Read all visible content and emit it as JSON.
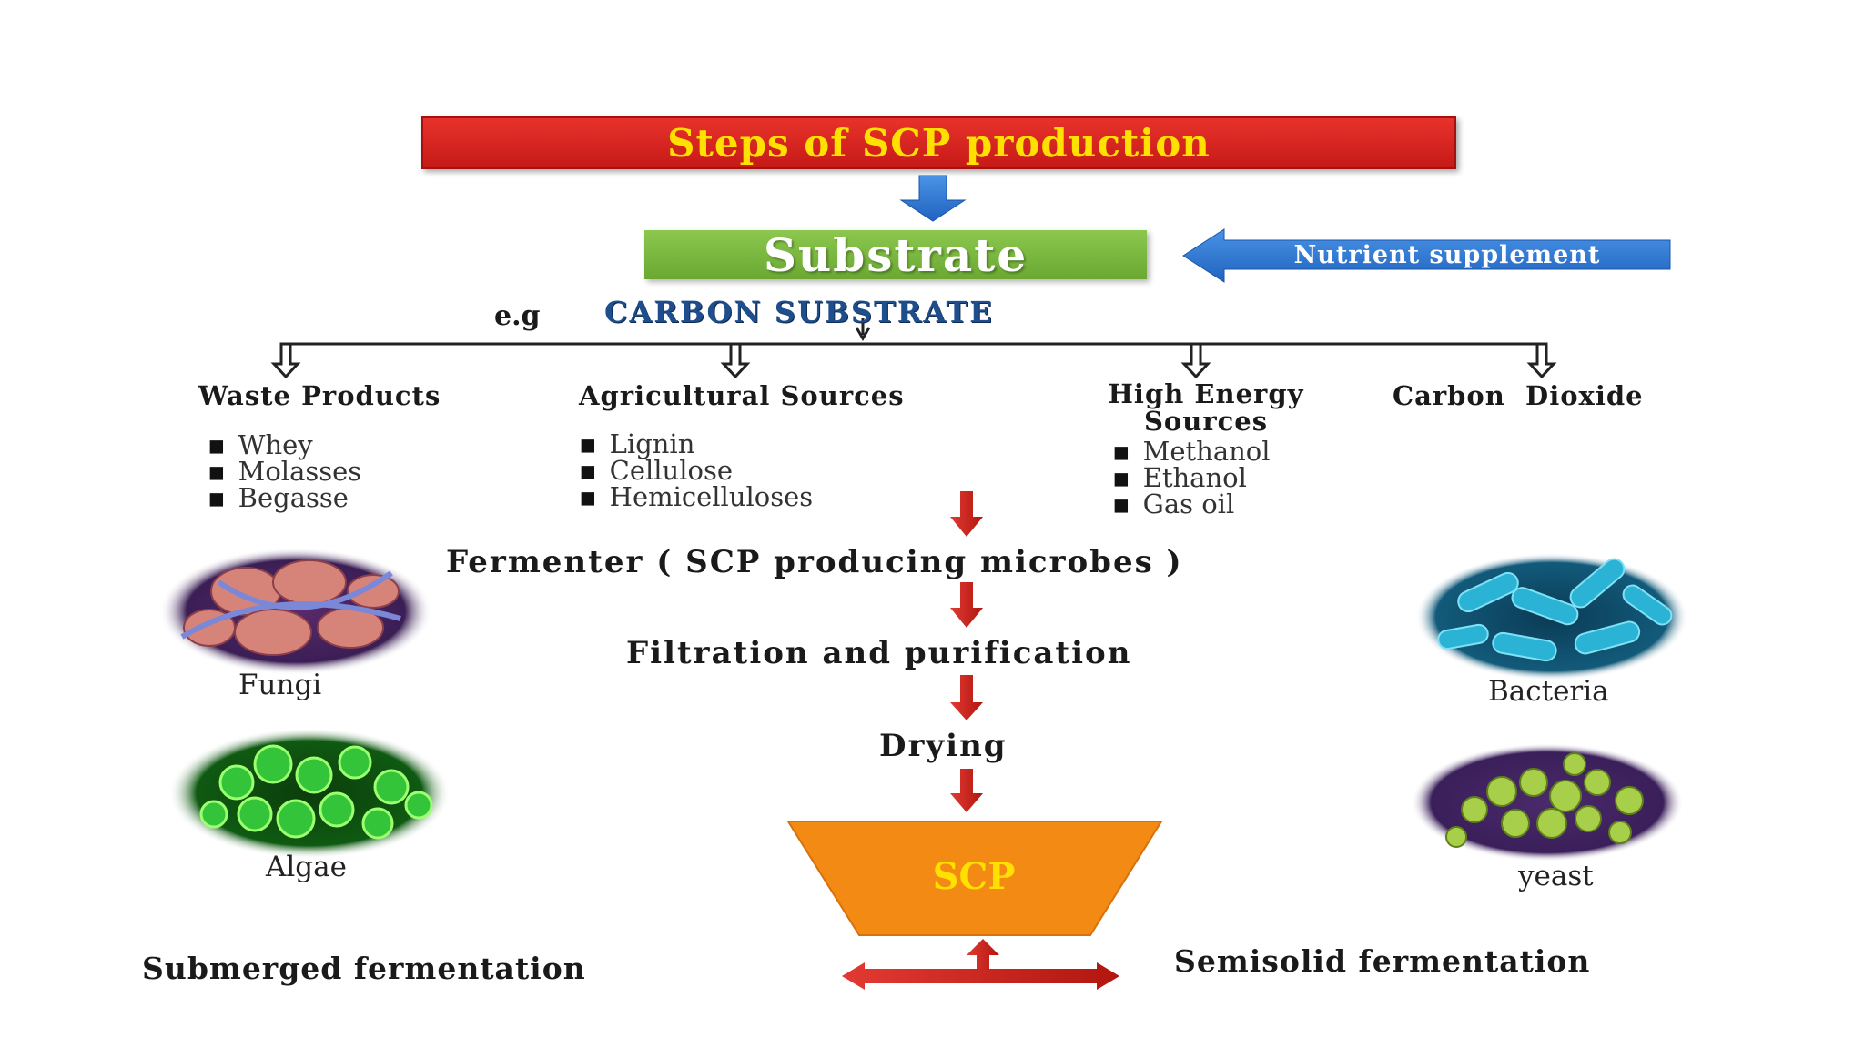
{
  "title": "Steps of SCP production",
  "substrate": "Substrate",
  "nutrient": "Nutrient supplement",
  "eg": "e.g",
  "carbon": "CARBON SUBSTRATE",
  "categories": [
    {
      "title": "Waste Products",
      "items": [
        "Whey",
        "Molasses",
        "Begasse"
      ]
    },
    {
      "title": "Agricultural Sources",
      "items": [
        "Lignin",
        "Cellulose",
        "Hemicelluloses"
      ]
    },
    {
      "title": "High Energy Sources",
      "items": [
        "Methanol",
        "Ethanol",
        "Gas oil"
      ]
    },
    {
      "title": "Carbon  Dioxide",
      "items": []
    }
  ],
  "steps": {
    "fermenter": "Fermenter ( SCP producing microbes )",
    "filtration": "Filtration and purification",
    "drying": "Drying",
    "scp": "SCP"
  },
  "microbes": {
    "fungi": "Fungi",
    "algae": "Algae",
    "bacteria": "Bacteria",
    "yeast": "yeast"
  },
  "bottom": {
    "left": "Submerged fermentation",
    "right": "Semisolid fermentation"
  },
  "colors": {
    "title_bg": "#d62420",
    "title_text": "#ffe000",
    "substrate_bg": "#7cb842",
    "nutrient_arrow": "#2e7bd6",
    "down_arrow_red": "#c9201b",
    "carbon_text": "#1f4e8c",
    "scp_funnel": "#f28a14",
    "scp_text": "#ffe000"
  }
}
